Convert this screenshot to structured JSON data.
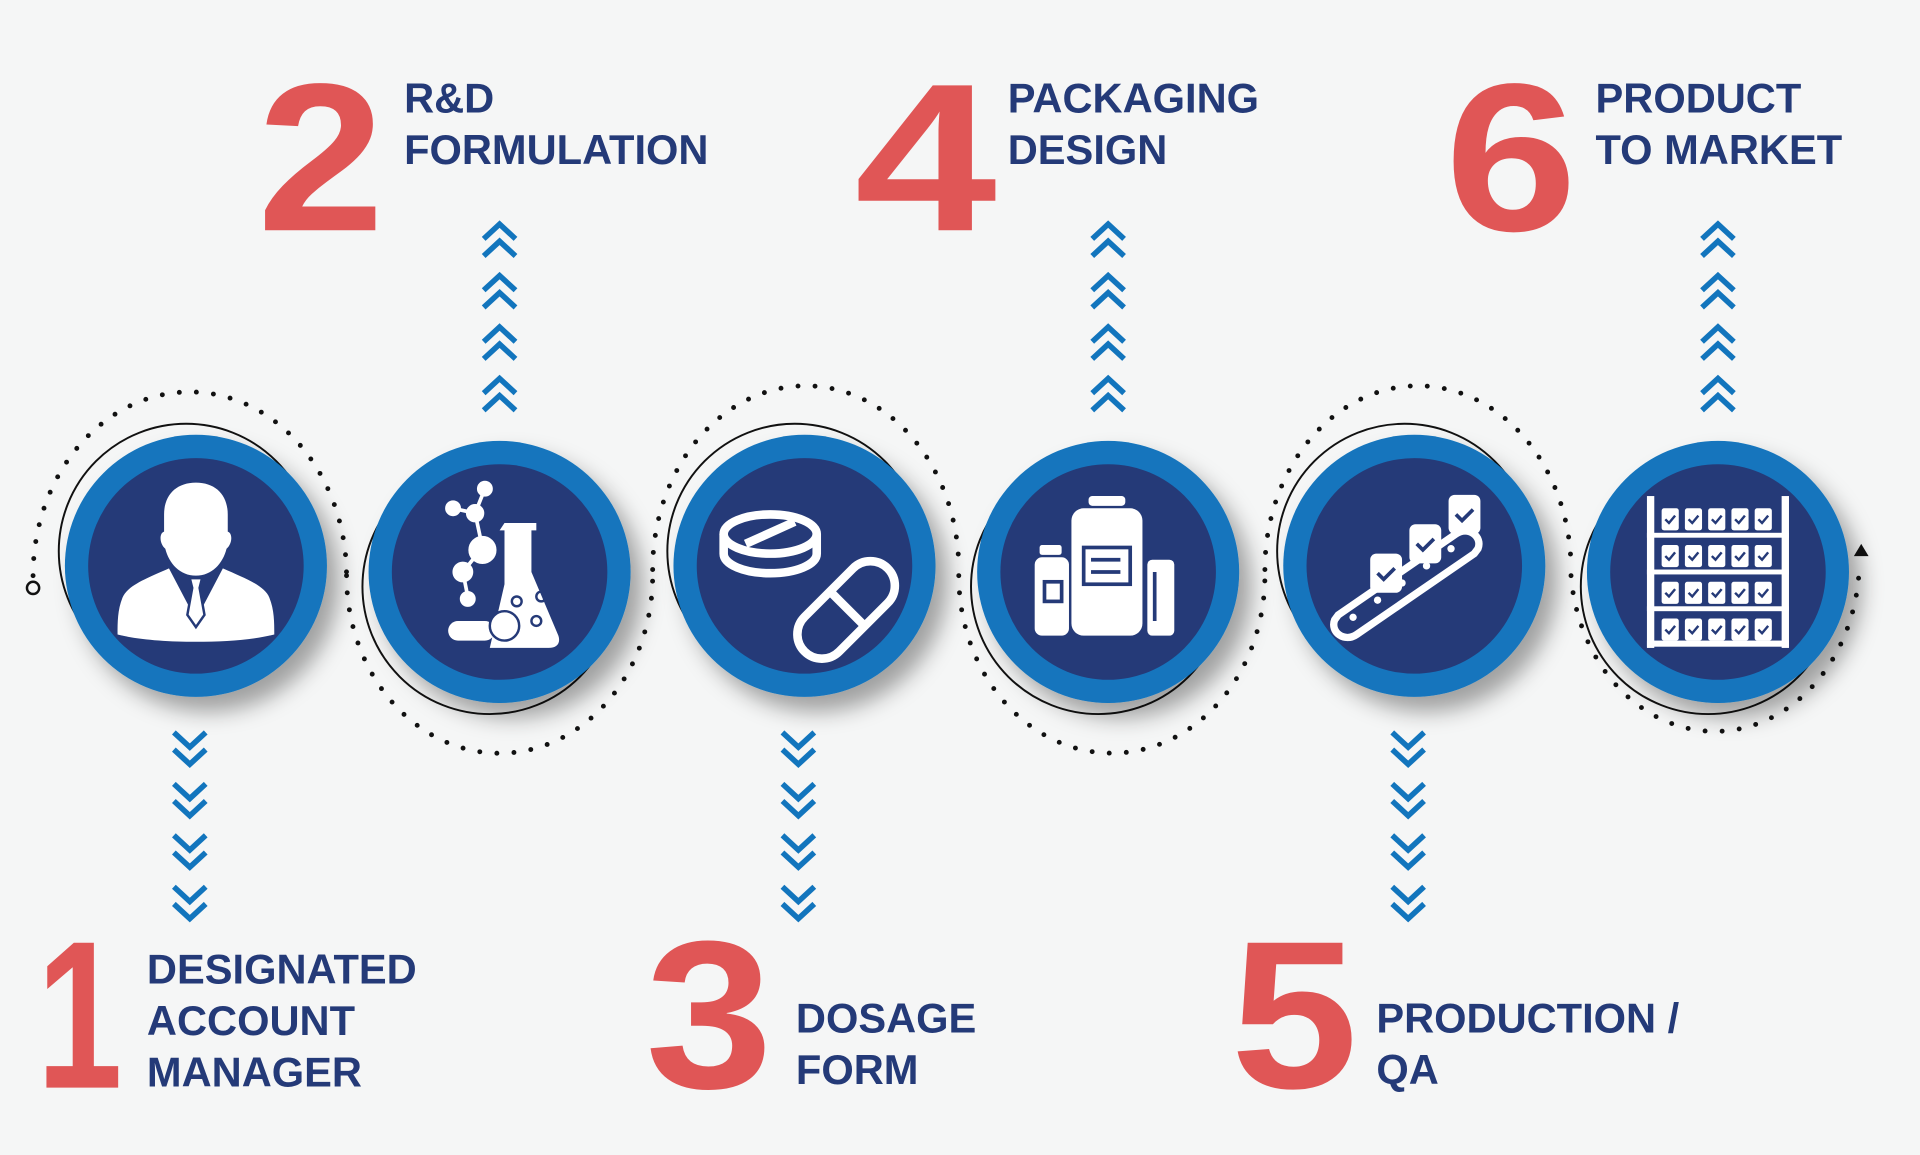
{
  "colors": {
    "background": "#f5f6f6",
    "number": "#e05656",
    "label": "#243a78",
    "ring": "#1275bd",
    "disc": "#253a78",
    "chevron": "#1275bd"
  },
  "steps": [
    {
      "number": "1",
      "lines": [
        "DESIGNATED",
        "ACCOUNT",
        "MANAGER"
      ],
      "icon": "businessman-icon"
    },
    {
      "number": "2",
      "lines": [
        "R&D",
        "FORMULATION"
      ],
      "icon": "lab-flask-molecule-icon"
    },
    {
      "number": "3",
      "lines": [
        "DOSAGE",
        "FORM"
      ],
      "icon": "tablet-capsule-icon"
    },
    {
      "number": "4",
      "lines": [
        "PACKAGING",
        "DESIGN"
      ],
      "icon": "bottles-packaging-icon"
    },
    {
      "number": "5",
      "lines": [
        "PRODUCTION /",
        "QA"
      ],
      "icon": "conveyor-belt-icon"
    },
    {
      "number": "6",
      "lines": [
        "PRODUCT",
        "TO MARKET"
      ],
      "icon": "shelf-products-icon"
    }
  ]
}
